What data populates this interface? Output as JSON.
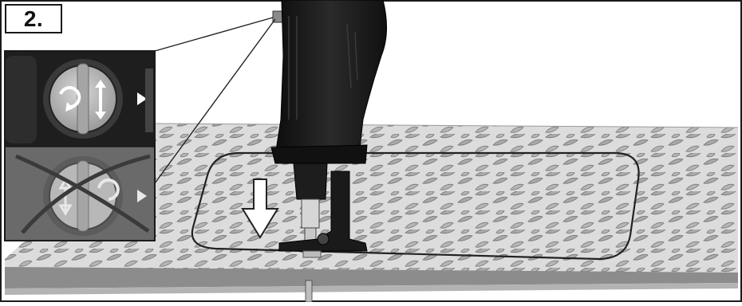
{
  "figure": {
    "step_number": "2."
  },
  "inset": {
    "top_dial": "blade-orientation-dial-correct",
    "bottom_dial": "blade-orientation-dial-incorrect-crossed-out"
  },
  "colors": {
    "frame": "#1a1a1a",
    "plate": "#d9d9d9",
    "plate_edge": "#8c8c8c",
    "tool_body": "#1c1c1c",
    "dial_face": "#b9b9b9",
    "arrow_fill": "#ffffff"
  },
  "icons": [
    "rotation-arrows-icon",
    "up-down-arrows-icon",
    "down-arrow-icon",
    "cross-out-icon"
  ]
}
